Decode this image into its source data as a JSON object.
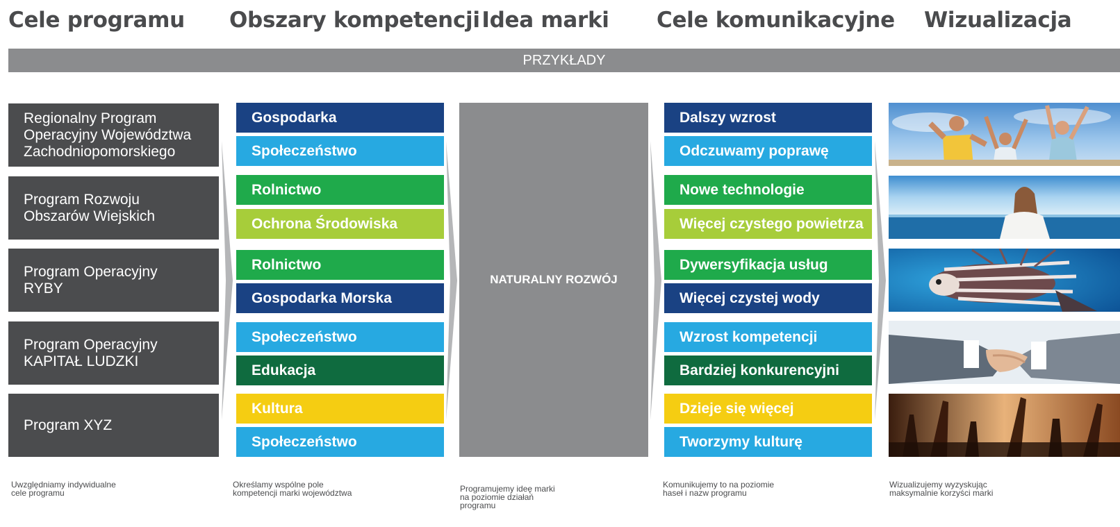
{
  "headers": [
    "Cele programu",
    "Obszary kompetencji",
    "Idea marki",
    "Cele komunikacyjne",
    "Wizualizacja"
  ],
  "band_label": "PRZYKŁADY",
  "programs": [
    [
      "Regionalny Program",
      "Operacyjny Województwa",
      "Zachodniopomorskiego"
    ],
    [
      "Program Rozwoju",
      "Obszarów Wiejskich"
    ],
    [
      "Program Operacyjny",
      "RYBY"
    ],
    [
      "Program Operacyjny",
      "KAPITAŁ LUDZKI"
    ],
    [
      "Program XYZ"
    ]
  ],
  "competencies": [
    {
      "label": "Gospodarka",
      "color": "#1a4283"
    },
    {
      "label": "Społeczeństwo",
      "color": "#27a9e1"
    },
    {
      "label": "Rolnictwo",
      "color": "#1faa4b"
    },
    {
      "label": "Ochrona Środowiska",
      "color": "#a7cd3a"
    },
    {
      "label": "Rolnictwo",
      "color": "#1faa4b"
    },
    {
      "label": "Gospodarka Morska",
      "color": "#1a4283"
    },
    {
      "label": "Społeczeństwo",
      "color": "#27a9e1"
    },
    {
      "label": "Edukacja",
      "color": "#0f6b3f"
    },
    {
      "label": "Kultura",
      "color": "#f5cd12"
    },
    {
      "label": "Społeczeństwo",
      "color": "#27a9e1"
    }
  ],
  "idea_label": "NATURALNY ROZWÓJ",
  "goals": [
    {
      "label": "Dalszy wzrost",
      "color": "#1a4283"
    },
    {
      "label": "Odczuwamy poprawę",
      "color": "#27a9e1"
    },
    {
      "label": "Nowe technologie",
      "color": "#1faa4b"
    },
    {
      "label": "Więcej czystego powietrza",
      "color": "#a7cd3a"
    },
    {
      "label": "Dywersyfikacja usług",
      "color": "#1faa4b"
    },
    {
      "label": "Więcej czystej wody",
      "color": "#1a4283"
    },
    {
      "label": "Wzrost kompetencji",
      "color": "#27a9e1"
    },
    {
      "label": "Bardziej konkurencyjni",
      "color": "#0f6b3f"
    },
    {
      "label": "Dzieje się więcej",
      "color": "#f5cd12"
    },
    {
      "label": "Tworzymy kulturę",
      "color": "#27a9e1"
    }
  ],
  "images": [
    "people-jumping-photo",
    "woman-by-sea-photo",
    "lionfish-photo",
    "handshake-photo",
    "concert-crowd-photo"
  ],
  "captions": [
    "Uwzględniamy indywidualne\ncele programu",
    "Określamy wspólne pole\nkompetencji marki województwa",
    "Programujemy ideę marki\nna poziomie działań\nprogramu",
    "Komunikujemy to na poziomie\nhaseł i nazw programu",
    "Wizualizujemy wyzyskując\nmaksymalnie korzyści marki"
  ]
}
